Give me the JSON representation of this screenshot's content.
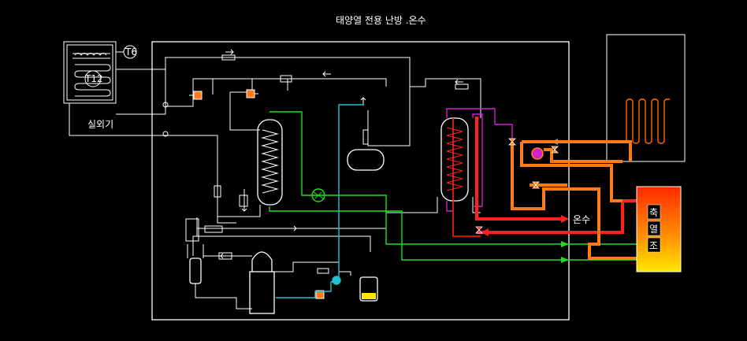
{
  "title": "태양열 전용 난방 .온수",
  "labels": {
    "outdoor_unit": "실외기",
    "hot_water": "온수",
    "tank_1": "축",
    "tank_2": "열",
    "tank_3": "조",
    "sensor_t6": "T6",
    "sensor_t12": "T12"
  },
  "colors": {
    "background": "#000000",
    "line": "#ffffff",
    "green_loop": "#22dd22",
    "cyan_loop": "#22c0d0",
    "magenta_loop": "#d020d0",
    "red_pipe": "#ff2020",
    "orange_pipe": "#ff7a1a",
    "coil_orange": "#ff6a00",
    "tank_top": "#ff2a00",
    "tank_bottom": "#ffe600"
  }
}
